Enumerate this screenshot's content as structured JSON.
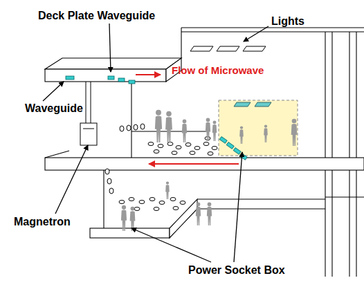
{
  "diagram": {
    "labels": [
      "Deck Plate Waveguide",
      "Lights",
      "Flow of Microwave",
      "Waveguide",
      "Magnetron",
      "Power Socket Box"
    ]
  }
}
